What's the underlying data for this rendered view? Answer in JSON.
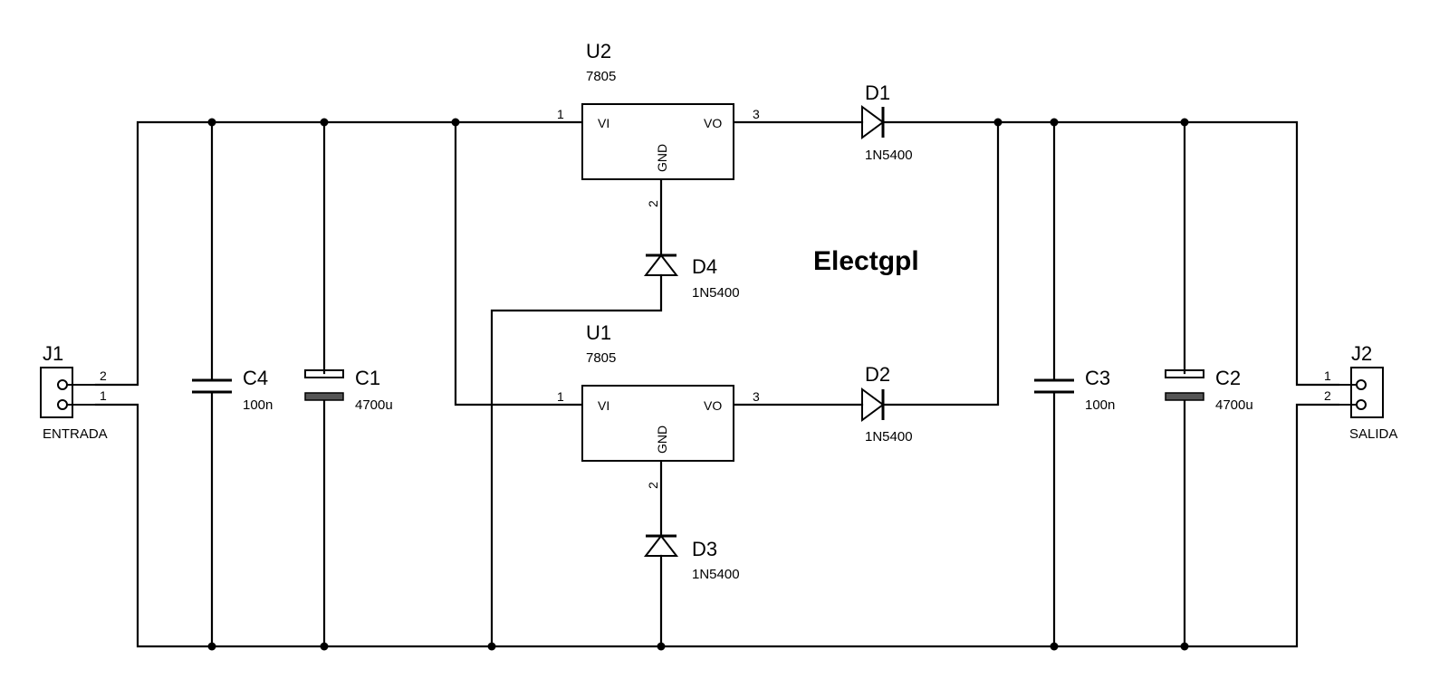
{
  "title": "Electgpl",
  "components": {
    "J1": {
      "ref": "J1",
      "label": "ENTRADA",
      "pin_top": "2",
      "pin_bottom": "1"
    },
    "J2": {
      "ref": "J2",
      "label": "SALIDA",
      "pin_top": "1",
      "pin_bottom": "2"
    },
    "C4": {
      "ref": "C4",
      "value": "100n"
    },
    "C1": {
      "ref": "C1",
      "value": "4700u"
    },
    "C3": {
      "ref": "C3",
      "value": "100n"
    },
    "C2": {
      "ref": "C2",
      "value": "4700u"
    },
    "U2": {
      "ref": "U2",
      "value": "7805",
      "vi": "VI",
      "vo": "VO",
      "gnd": "GND",
      "pin_in": "1",
      "pin_out": "3",
      "pin_gnd": "2"
    },
    "U1": {
      "ref": "U1",
      "value": "7805",
      "vi": "VI",
      "vo": "VO",
      "gnd": "GND",
      "pin_in": "1",
      "pin_out": "3",
      "pin_gnd": "2"
    },
    "D1": {
      "ref": "D1",
      "value": "1N5400"
    },
    "D2": {
      "ref": "D2",
      "value": "1N5400"
    },
    "D3": {
      "ref": "D3",
      "value": "1N5400"
    },
    "D4": {
      "ref": "D4",
      "value": "1N5400"
    }
  }
}
